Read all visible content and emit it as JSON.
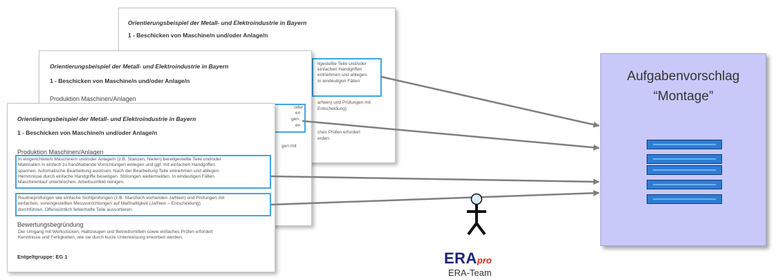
{
  "documents": {
    "title": "Orientierungsbeispiel der Metall- und Elektroindustrie in Bayern",
    "subtitle": "1 - Beschicken von Maschine/n und/oder Anlage/n",
    "section_production": "Produktion Maschinen/Anlagen",
    "para1_line1": "In eingerichtete/n Maschine/n und/oder Anlage/n (z.B. Stanzen, Nieten) bereitgestellte Teile und/oder",
    "para1_line2": "Materialien in einfach zu handhabende Vorrichtungen einlegen und ggf. mit einfachen Handgriffen",
    "para1_line3": "spannen. Automatische Bearbeitung auslösen. Nach der Bearbeitung Teile entnehmen und ablegen.",
    "para1_line4": "Hemmnisse durch einfache Handgriffe beseitigen. Störungen weitermelden. In eindeutigen Fällen",
    "para1_line5": "Maschinenlauf unterbrechen. Arbeitsumfeld reinigen.",
    "para2_line1": "Routineprüfungen wie einfache Sichtprüfungen (z.B. Stanzloch vorhanden Ja/Nein) und Prüfungen mit",
    "para2_line2": "einfachen, voreingestellten Messvorrichtungen auf Maßhaltigkeit (Ja/Nein – Entscheidung)",
    "para2_line3": "durchführen. Offensichtlich fehlerhafte Teile aussortieren.",
    "section_evaluation": "Bewertungsbegründung",
    "para3_line1": "Der Umgang mit Werkstücken, Halbzeugen und Betriebsmitteln sowie einfaches Prüfen erfordert",
    "para3_line2": "Kenntnisse und Fertigkeiten, wie sie durch kurze Unterweisung erworben werden.",
    "pay_group": "Entgeltgruppe: EG 1",
    "back_frag": [
      "itgestellte Teile und/oder",
      "einfachen Handgriffen",
      "entnehmen und ablegen.",
      "In eindeutigen Fällen",
      "a/Nein) und Prüfungen mit",
      "Entscheidung)",
      "ches Prüfen erfordert",
      "erden."
    ],
    "mid_frag": [
      "oder",
      "en",
      "gen.",
      "en",
      "gen mit"
    ]
  },
  "target": {
    "title_line1": "Aufgabenvorschlag",
    "title_line2": "“Montage”"
  },
  "team": {
    "logo_main": "ERA",
    "logo_suffix": "pro",
    "label": "ERA-Team"
  },
  "colors": {
    "highlight_border": "#3fa6e6",
    "target_fill": "#c9c9f9",
    "bar_fill": "#2f7cd3",
    "bar_border": "#0e3e86",
    "arrow": "#7f7f7f",
    "person": "#111111",
    "logo_era": "#1d237a",
    "logo_pro": "#e02a1a"
  },
  "icons": [
    "task-list-icon",
    "person-icon",
    "era-pro-logo"
  ]
}
